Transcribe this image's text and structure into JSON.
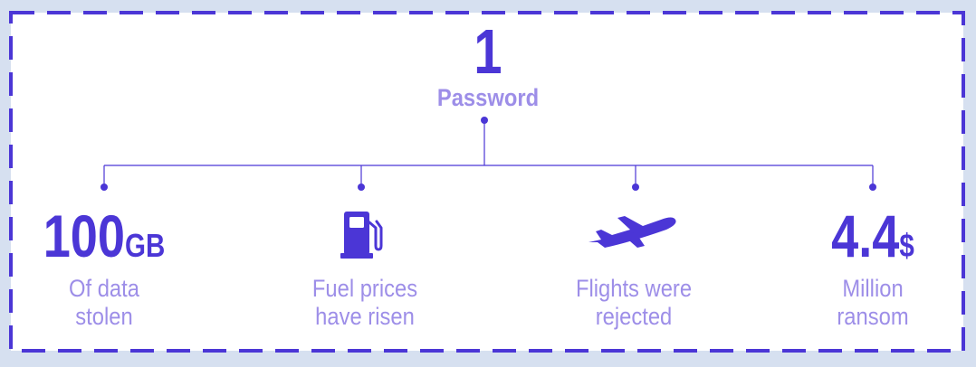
{
  "header": {
    "number": "1",
    "label": "Password"
  },
  "items": [
    {
      "value": "100",
      "unit": "GB",
      "caption_line1": "Of data",
      "caption_line2": "stolen"
    },
    {
      "icon": "fuel-pump-icon",
      "caption_line1": "Fuel prices",
      "caption_line2": "have risen"
    },
    {
      "icon": "airplane-icon",
      "caption_line1": "Flights were",
      "caption_line2": "rejected"
    },
    {
      "value": "4.4",
      "unit": "$",
      "caption_line1": "Million",
      "caption_line2": "ransom"
    }
  ],
  "colors": {
    "accent": "#4b36d6",
    "muted": "#9d8ee8",
    "background": "#d6e0f0"
  }
}
